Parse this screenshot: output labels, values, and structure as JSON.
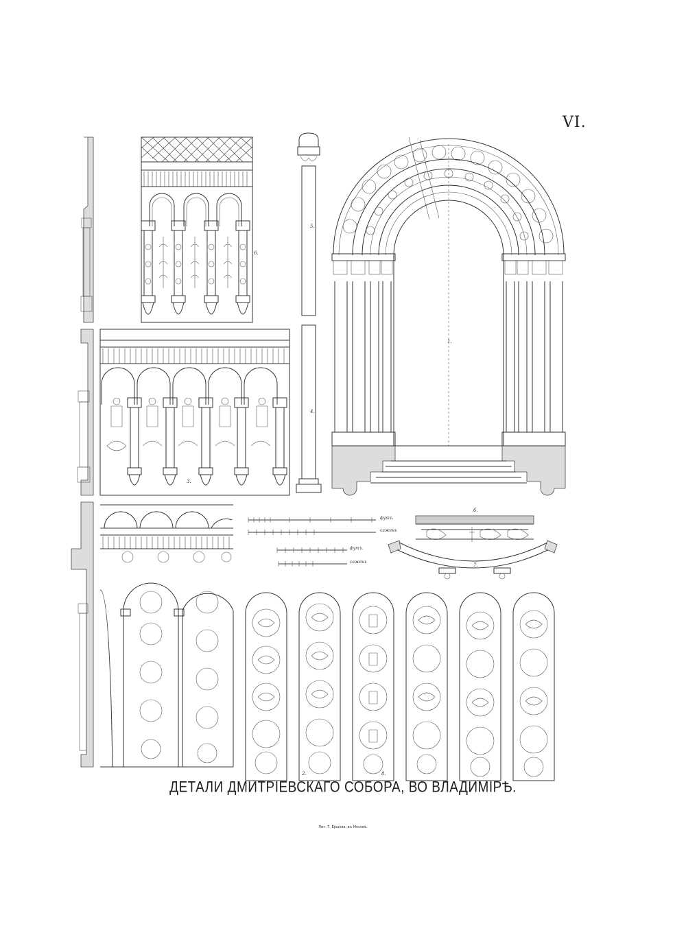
{
  "plate": {
    "number": "VI.",
    "caption": "ДЕТАЛИ ДМИТРІЕВСКАГО СОБОРА, ВО ВЛАДИМІРѢ.",
    "imprint": "Лит. Т. Ершова, въ Москвѣ."
  },
  "figure_labels": {
    "portal": "1.",
    "panel_lower": "2.",
    "arcade_middle": "3.",
    "pillar_upper": "5.",
    "pillar_lower": "4.",
    "arcade_upper": "6.",
    "frieze": "6.",
    "arc_segment": "7.",
    "strip": "8."
  },
  "scales": {
    "upper_unit": "футъ.",
    "upper_unit_2": "сажень",
    "lower_unit": "футъ.",
    "lower_unit_2": "сажень"
  }
}
